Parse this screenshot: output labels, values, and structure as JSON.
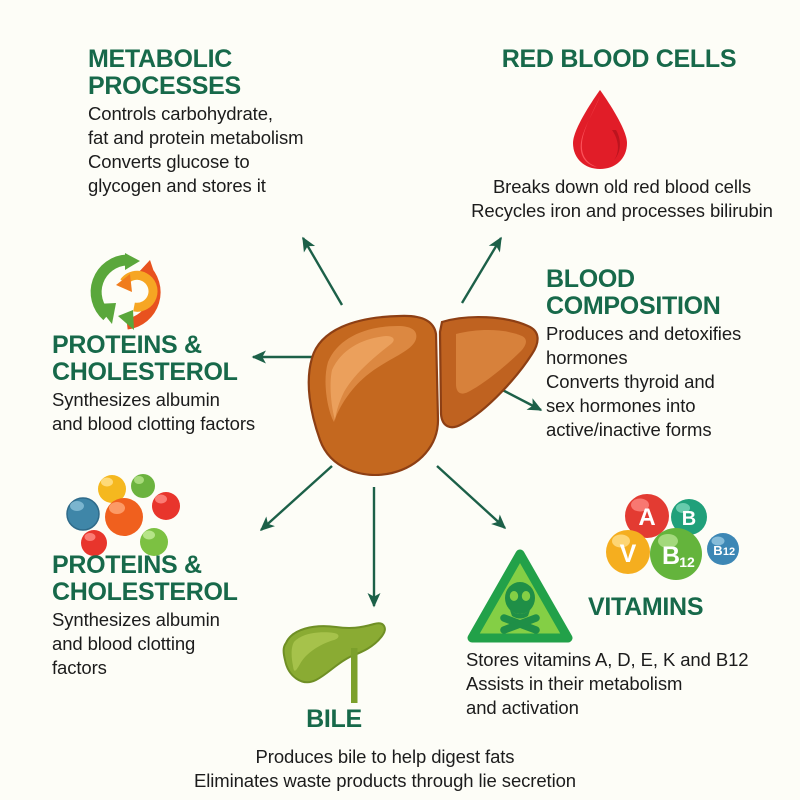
{
  "page": {
    "title": "Liver Functions Infographic",
    "background_color": "#fdfdf7",
    "heading_color": "#17694a",
    "body_color": "#1c1c1c",
    "arrow_color": "#1c6048"
  },
  "center": {
    "icon": "liver-organ-icon",
    "colors": {
      "liver_dark": "#b4561f",
      "liver_mid": "#c96a28",
      "liver_light": "#dd8a43",
      "liver_outline": "#8d3f14"
    }
  },
  "sections": [
    {
      "id": "metabolic-processes",
      "heading": "METABOLIC\nPROCESSES",
      "body": "Controls carbohydrate,\nfat and protein metabolism\nConverts glucose to\nglycogen and stores it",
      "icon": null
    },
    {
      "id": "red-blood-cells",
      "heading": "RED BLOOD CELLS",
      "body": "Breaks down old red blood cells\nRecycles iron and processes bilirubin",
      "icon": "blood-drop-icon",
      "icon_colors": {
        "main": "#e11d28",
        "shade": "#b5111c",
        "gloss": "#ff6a72"
      }
    },
    {
      "id": "blood-composition",
      "heading": "BLOOD\nCOMPOSITION",
      "body": "Produces and detoxifies\nhormones\nConverts thyroid and\nsex hormones into\nactive/inactive forms",
      "icon": null
    },
    {
      "id": "proteins-cholesterol-upper",
      "heading": "PROTEINS &\nCHOLESTEROL",
      "body": "Synthesizes albumin\nand blood clotting factors",
      "icon": "recycle-arrows-icon",
      "icon_colors": {
        "green": "#5aa73b",
        "green_dark": "#4a8f2f",
        "orange": "#f07c1e",
        "red_orange": "#e8521f",
        "yellow": "#f6a623"
      }
    },
    {
      "id": "proteins-cholesterol-lower",
      "heading": "PROTEINS &\nCHOLESTEROL",
      "body": "Synthesizes albumin\nand blood clotting\nfactors",
      "icon": "molecule-spheres-icon"
    },
    {
      "id": "bile",
      "heading": "BILE",
      "body": "Produces bile to help digest fats\nEliminates waste products through lie secretion",
      "icon": "green-liver-icon",
      "icon_colors": {
        "main": "#8aab33",
        "dark": "#6f8f25",
        "light": "#a6c24b"
      }
    },
    {
      "id": "vitamins",
      "heading": "VITAMINS",
      "body": "Stores vitamins A, D, E, K and B12\nAssists in their metabolism\nand activation",
      "icon": "vitamin-bubbles-icon"
    },
    {
      "id": "toxins",
      "heading": "",
      "body": "",
      "icon": "toxic-hazard-icon",
      "icon_colors": {
        "border": "#22a149",
        "fill": "#84cf45",
        "skull": "#1f8f47"
      }
    }
  ],
  "molecule_spheres": [
    {
      "label": "sphere-blue",
      "color": "#3f86a8",
      "dark": "#2f6b8a"
    },
    {
      "label": "sphere-yellow",
      "color": "#f5b81f",
      "dark": "#d99a10"
    },
    {
      "label": "sphere-green",
      "color": "#6cb33f",
      "dark": "#559129"
    },
    {
      "label": "sphere-red",
      "color": "#e8352c",
      "dark": "#c31f1a"
    },
    {
      "label": "sphere-orange",
      "color": "#f0601e",
      "dark": "#cf4710"
    },
    {
      "label": "sphere-red-small",
      "color": "#e8352c",
      "dark": "#c31f1a"
    },
    {
      "label": "sphere-green-small",
      "color": "#7cc142",
      "dark": "#5f9e2c"
    }
  ],
  "vitamin_bubbles": [
    {
      "label": "A",
      "name": "vitamin-a-bubble",
      "color": "#e33b32",
      "dark": "#bd241c"
    },
    {
      "label": "B",
      "name": "vitamin-b-bubble",
      "color": "#20a07a",
      "dark": "#157f5f"
    },
    {
      "label": "V",
      "name": "vitamin-v-bubble",
      "color": "#f5ae1f",
      "dark": "#d68f0c"
    },
    {
      "label": "B",
      "sub": "12",
      "name": "vitamin-b12-bubble",
      "color": "#64b43c",
      "dark": "#4d9428"
    },
    {
      "label": "B",
      "sub": "12",
      "name": "vitamin-b12-small-bubble",
      "color": "#3d87b5",
      "dark": "#2a6a92"
    }
  ]
}
